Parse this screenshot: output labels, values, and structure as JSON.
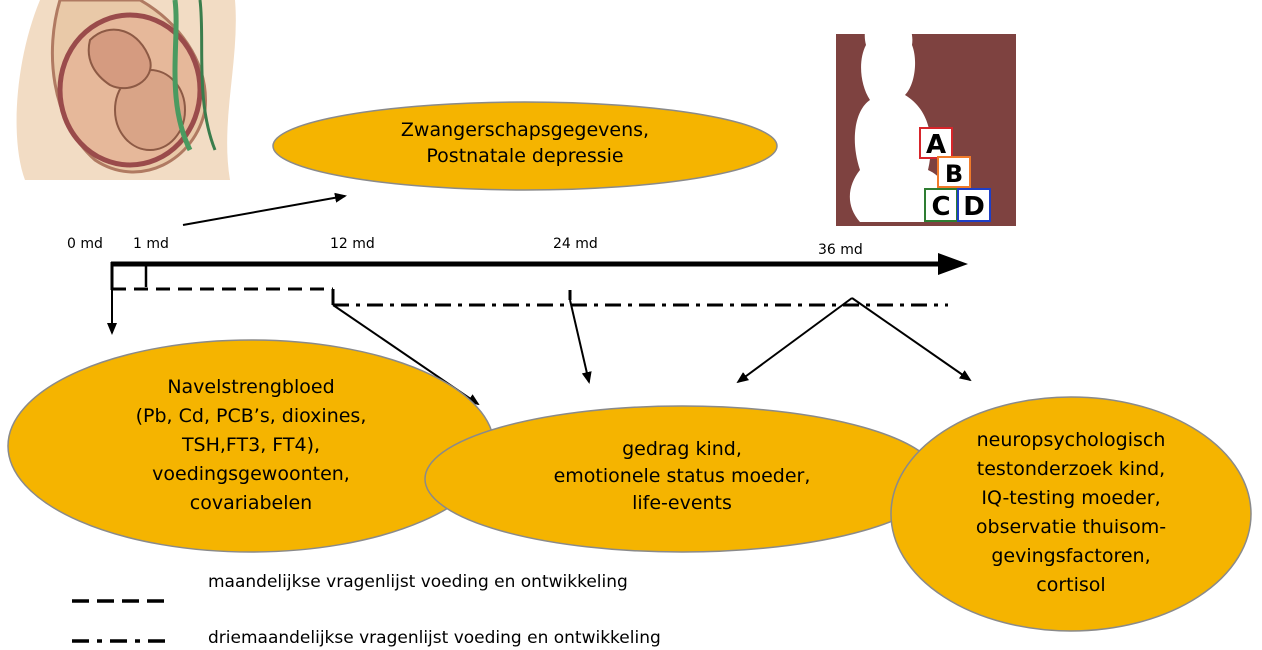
{
  "timeline": {
    "ticks": [
      {
        "label": "0 md"
      },
      {
        "label": "1 md"
      },
      {
        "label": "12 md"
      },
      {
        "label": "24 md"
      },
      {
        "label": "36 md"
      }
    ]
  },
  "ellipses": {
    "pregnancy": {
      "lines": [
        "Zwangerschapsgegevens,",
        "Postnatale depressie"
      ]
    },
    "birth": {
      "lines": [
        "Navelstrengbloed",
        "(Pb, Cd, PCB’s, dioxines,",
        "TSH,FT3, FT4),",
        "voedingsgewoonten,",
        "covariabelen"
      ]
    },
    "behaviour": {
      "lines": [
        "gedrag kind,",
        "emotionele status moeder,",
        "life-events"
      ]
    },
    "neuro": {
      "lines": [
        "neuropsychologisch",
        "testonderzoek kind,",
        "IQ-testing moeder,",
        "observatie thuisom-",
        "gevingsfactoren,",
        "cortisol"
      ]
    }
  },
  "legend": {
    "monthly": "maandelijkse vragenlijst voeding en ontwikkeling",
    "quarterly": "driemaandelijkse vragenlijst voeding en ontwikkeling"
  },
  "blocks": [
    "A",
    "B",
    "C",
    "D"
  ],
  "colors": {
    "ellipse_fill": "#F5B400",
    "ellipse_stroke": "#8a8a8a",
    "baby_bg": "#7E4240",
    "block_a": "#D7252B",
    "block_b": "#F07A2A",
    "block_c": "#2E7D32",
    "block_d": "#1E3FC7"
  }
}
